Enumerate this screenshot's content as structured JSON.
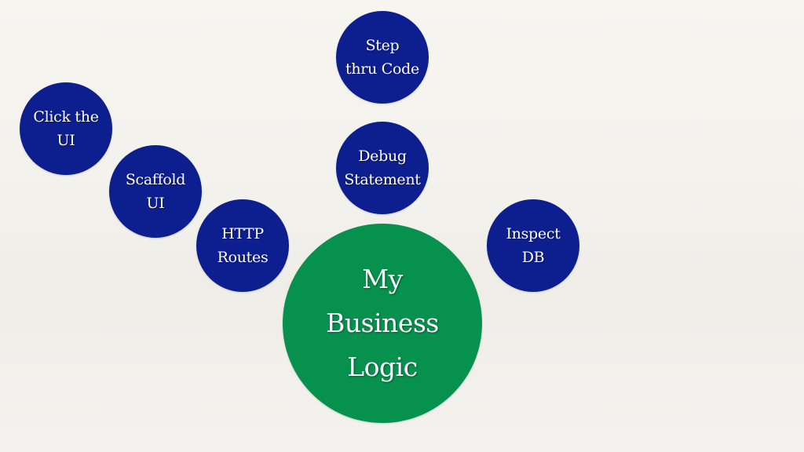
{
  "diagram": {
    "core": {
      "lines": [
        "My",
        "Business",
        "Logic"
      ],
      "color": "#07914e"
    },
    "node_color": "#0d1f8f",
    "nodes": {
      "click_ui": [
        "Click the",
        "UI"
      ],
      "scaffold_ui": [
        "Scaffold",
        "UI"
      ],
      "http_routes": [
        "HTTP",
        "Routes"
      ],
      "step_code": [
        "Step",
        "thru Code"
      ],
      "debug_statement": [
        "Debug",
        "Statement"
      ],
      "inspect_db": [
        "Inspect",
        "DB"
      ]
    }
  }
}
